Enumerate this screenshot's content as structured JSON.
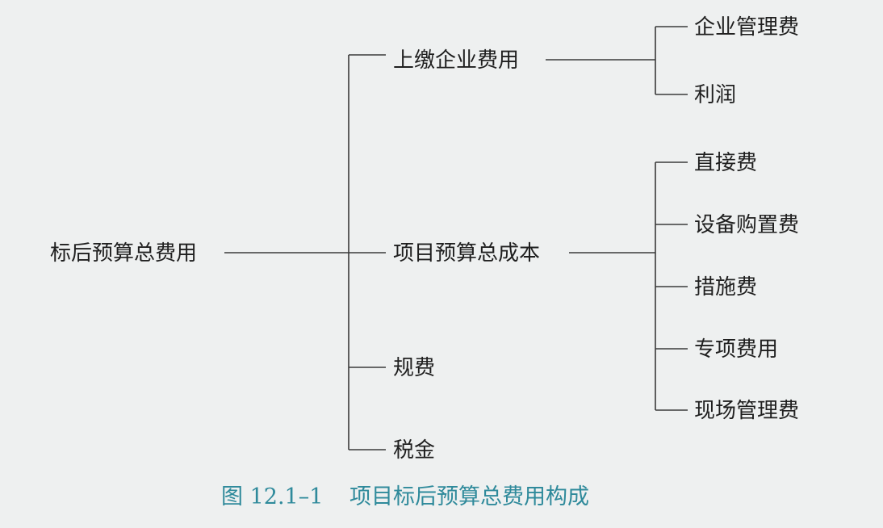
{
  "diagram": {
    "root": "标后预算总费用",
    "level1": {
      "upper": "上缴企业费用",
      "cost": "项目预算总成本",
      "fees": "规费",
      "tax": "税金"
    },
    "upper_children": {
      "management": "企业管理费",
      "profit": "利润"
    },
    "cost_children": {
      "direct": "直接费",
      "equipment": "设备购置费",
      "measures": "措施费",
      "special": "专项费用",
      "site": "现场管理费"
    }
  },
  "caption": {
    "number": "图 12.1–1",
    "title": "项目标后预算总费用构成"
  },
  "colors": {
    "background": "#eef0f0",
    "text": "#1f1f1f",
    "line": "#3a3a3a",
    "caption": "#2f8a9b"
  }
}
